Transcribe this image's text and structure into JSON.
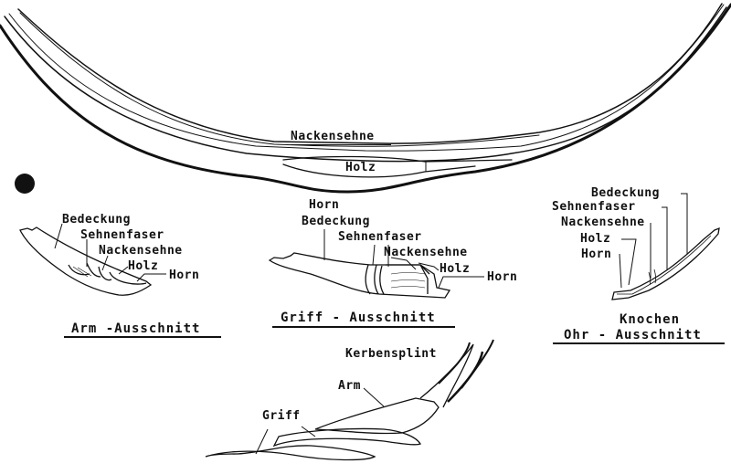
{
  "main_bow": {
    "label_sinew": "Nackensehne",
    "label_wood": "Holz"
  },
  "arm_section": {
    "labels": [
      "Bedeckung",
      "Sehnenfaser",
      "Nackensehne",
      "Holz",
      "Horn"
    ],
    "caption": "Arm -Ausschnitt"
  },
  "grip_section": {
    "labels": [
      "Horn",
      "Bedeckung",
      "Sehnenfaser",
      "Nackensehne",
      "Holz",
      "Horn"
    ],
    "caption": "Griff - Ausschnitt"
  },
  "ear_section": {
    "labels": [
      "Bedeckung",
      "Sehnenfaser",
      "Nackensehne",
      "Holz",
      "Horn"
    ],
    "caption_line1": "Knochen",
    "caption_line2": "Ohr - Ausschnitt"
  },
  "exploded_view": {
    "labels": [
      "Kerbensplint",
      "Arm",
      "Griff"
    ]
  },
  "colors": {
    "ink": "#111111",
    "paper": "#ffffff"
  }
}
